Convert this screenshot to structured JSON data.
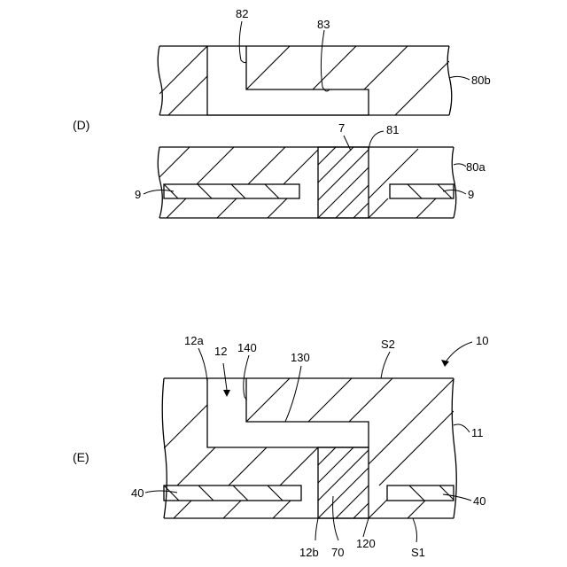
{
  "panels": [
    {
      "id": "D",
      "label": "(D)"
    },
    {
      "id": "E",
      "label": "(E)"
    }
  ],
  "labels": {
    "d_82": "82",
    "d_83": "83",
    "d_80b": "80b",
    "d_7": "7",
    "d_81": "81",
    "d_80a": "80a",
    "d_9_left": "9",
    "d_9_right": "9",
    "e_12a": "12a",
    "e_12": "12",
    "e_140": "140",
    "e_130": "130",
    "e_S2": "S2",
    "e_10": "10",
    "e_11": "11",
    "e_40_left": "40",
    "e_40_right": "40",
    "e_12b": "12b",
    "e_70": "70",
    "e_120": "120",
    "e_S1": "S1"
  }
}
